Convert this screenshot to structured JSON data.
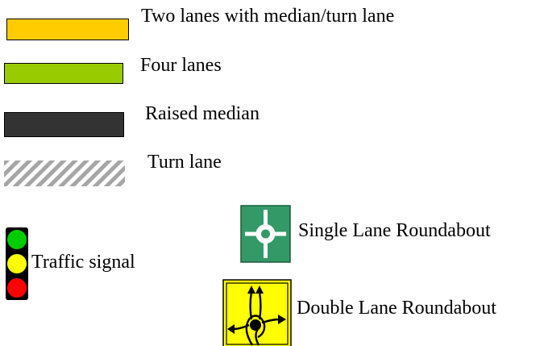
{
  "legend": {
    "two_lanes": {
      "label": "Two lanes with median/turn lane",
      "color": "#FFCC00"
    },
    "four_lanes": {
      "label": "Four lanes",
      "color": "#99CC00"
    },
    "raised_median": {
      "label": "Raised median",
      "color": "#333333"
    },
    "turn_lane": {
      "label": "Turn lane",
      "color": "#A6A6A6"
    },
    "traffic_signal": {
      "label": "Traffic signal",
      "icon": "traffic-light-icon",
      "colors": [
        "#00CC00",
        "#FFFF00",
        "#FF0000"
      ]
    },
    "single_roundabout": {
      "label": "Single Lane Roundabout",
      "icon": "single-lane-roundabout-icon",
      "color": "#339966"
    },
    "double_roundabout": {
      "label": "Double Lane Roundabout",
      "icon": "double-lane-roundabout-icon",
      "color": "#FFFF00"
    }
  }
}
